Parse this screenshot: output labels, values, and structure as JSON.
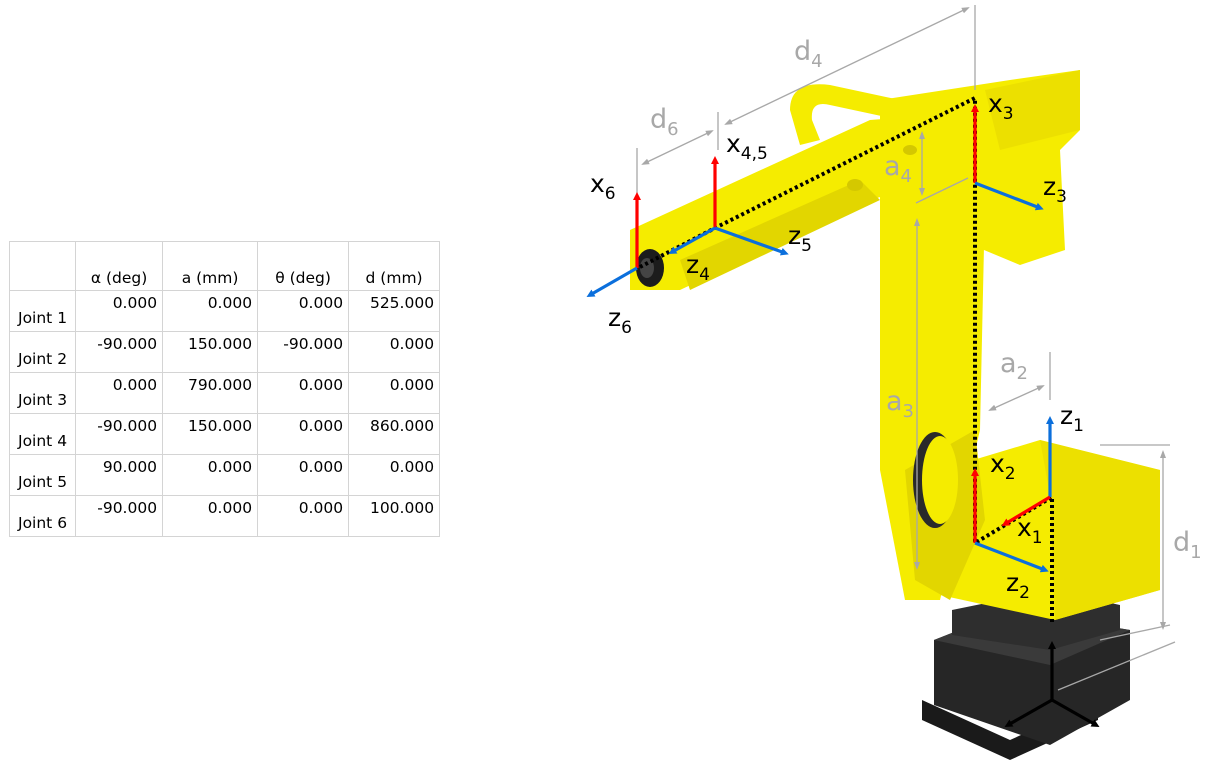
{
  "table": {
    "headers": [
      "α (deg)",
      "a (mm)",
      "θ (deg)",
      "d (mm)"
    ],
    "rows": [
      {
        "label": "Joint 1",
        "values": [
          "0.000",
          "0.000",
          "0.000",
          "525.000"
        ]
      },
      {
        "label": "Joint 2",
        "values": [
          "-90.000",
          "150.000",
          "-90.000",
          "0.000"
        ]
      },
      {
        "label": "Joint 3",
        "values": [
          "0.000",
          "790.000",
          "0.000",
          "0.000"
        ]
      },
      {
        "label": "Joint 4",
        "values": [
          "-90.000",
          "150.000",
          "0.000",
          "860.000"
        ]
      },
      {
        "label": "Joint 5",
        "values": [
          "90.000",
          "0.000",
          "0.000",
          "0.000"
        ]
      },
      {
        "label": "Joint 6",
        "values": [
          "-90.000",
          "0.000",
          "0.000",
          "100.000"
        ]
      }
    ]
  },
  "labels": {
    "d4": {
      "base": "d",
      "sub": "4"
    },
    "d6": {
      "base": "d",
      "sub": "6"
    },
    "d1": {
      "base": "d",
      "sub": "1"
    },
    "a4": {
      "base": "a",
      "sub": "4"
    },
    "a3": {
      "base": "a",
      "sub": "3"
    },
    "a2": {
      "base": "a",
      "sub": "2"
    },
    "x3": {
      "base": "x",
      "sub": "3"
    },
    "z3": {
      "base": "z",
      "sub": "3"
    },
    "x45": {
      "base": "x",
      "sub": "4,5"
    },
    "x6": {
      "base": "x",
      "sub": "6"
    },
    "z5": {
      "base": "z",
      "sub": "5"
    },
    "z4": {
      "base": "z",
      "sub": "4"
    },
    "z6": {
      "base": "z",
      "sub": "6"
    },
    "z1": {
      "base": "z",
      "sub": "1"
    },
    "x2": {
      "base": "x",
      "sub": "2"
    },
    "x1": {
      "base": "x",
      "sub": "1"
    },
    "z2": {
      "base": "z",
      "sub": "2"
    }
  },
  "colors": {
    "robot_yellow": "#f5ec00",
    "robot_shadow": "#d6c800",
    "base_black": "#1f1f1f",
    "x_axis": "#ff0000",
    "z_axis": "#0b6fdc",
    "dimension": "#a8a8a8",
    "table_border": "#d4d4d4"
  }
}
